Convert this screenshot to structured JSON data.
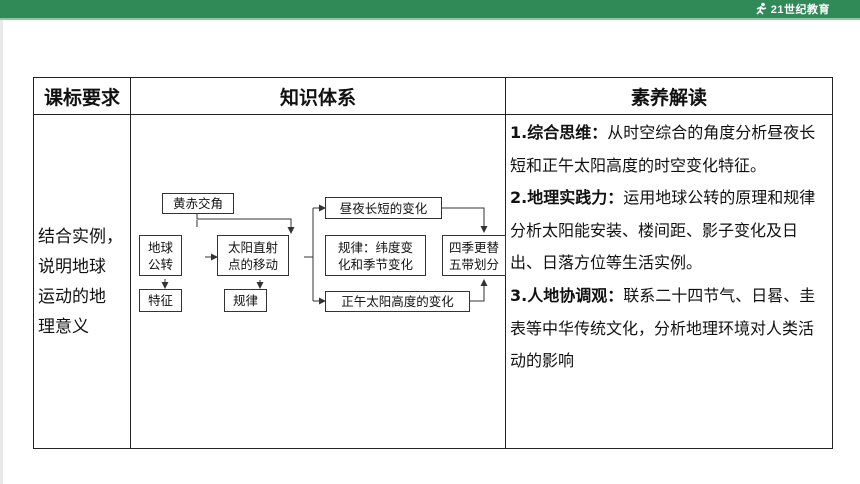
{
  "header": {
    "logo_text": "21世纪教育"
  },
  "table": {
    "headers": [
      "课标要求",
      "知识体系",
      "素养解读"
    ],
    "requirement": "结合实例，\n说明地球\n运动的地\n理意义",
    "diagram": {
      "huangchi": "黄赤交角",
      "diqiu_gongzhuan": "地球\n公转",
      "taiyang_zhishe": "太阳直射\n点的移动",
      "zhouye": "昼夜长短的变化",
      "guilv_weidu": "规律：纬度变\n化和季节变化",
      "siji": "四季更替\n五带划分",
      "zhengwu": "正午太阳高度的变化",
      "tezheng": "特征",
      "guilv": "规律"
    },
    "literacy": [
      {
        "title": "1.综合思维：",
        "text": "从时空综合的角度分析昼夜长短和正午太阳高度的时空变化特征。"
      },
      {
        "title": "2.地理实践力：",
        "text": "运用地球公转的原理和规律分析太阳能安装、楼间距、影子变化及日出、日落方位等生活实例。"
      },
      {
        "title": "3.人地协调观：",
        "text": "联系二十四节气、日晷、圭表等中华传统文化，分析地理环境对人类活动的影响"
      }
    ]
  }
}
